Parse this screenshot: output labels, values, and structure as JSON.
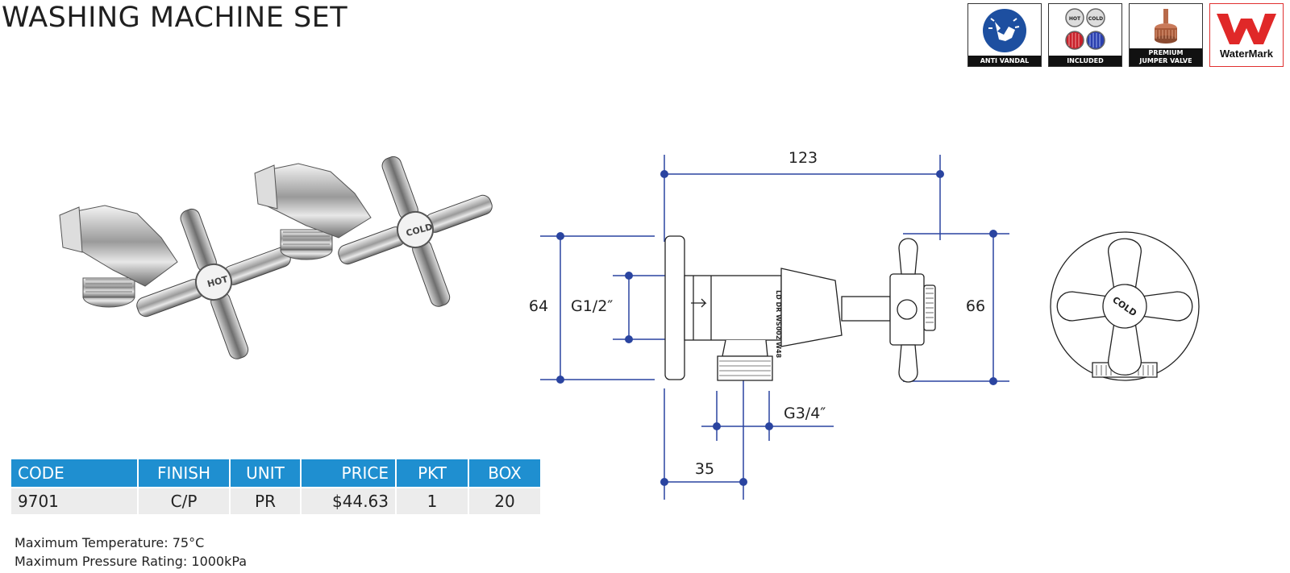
{
  "title": "WASHING MACHINE SET",
  "badges": {
    "anti_vandal": "ANTI VANDAL",
    "included": "INCLUDED",
    "hot_chip": "HOT",
    "cold_chip": "COLD",
    "premium_line1": "PREMIUM",
    "premium_line2": "JUMPER VALVE",
    "watermark": "WaterMark"
  },
  "product_photo": {
    "hot_label": "HOT",
    "cold_label": "COLD"
  },
  "drawing": {
    "width_dim": "123",
    "left_height_dim": "64",
    "inlet_thread": "G1/2″",
    "right_height_dim": "66",
    "outlet_thread": "G3/4″",
    "depth_dim": "35",
    "body_marking": "LD DR WS002 W48",
    "front_cap_label": "COLD",
    "accent_color": "#2a44a0"
  },
  "table": {
    "headers": [
      "CODE",
      "FINISH",
      "UNIT",
      "PRICE",
      "PKT",
      "BOX"
    ],
    "row": [
      "9701",
      "C/P",
      "PR",
      "$44.63",
      "1",
      "20"
    ],
    "header_color": "#1f8fd0"
  },
  "notes": {
    "max_temp": "Maximum Temperature: 75°C",
    "max_pressure": "Maximum Pressure Rating: 1000kPa"
  }
}
